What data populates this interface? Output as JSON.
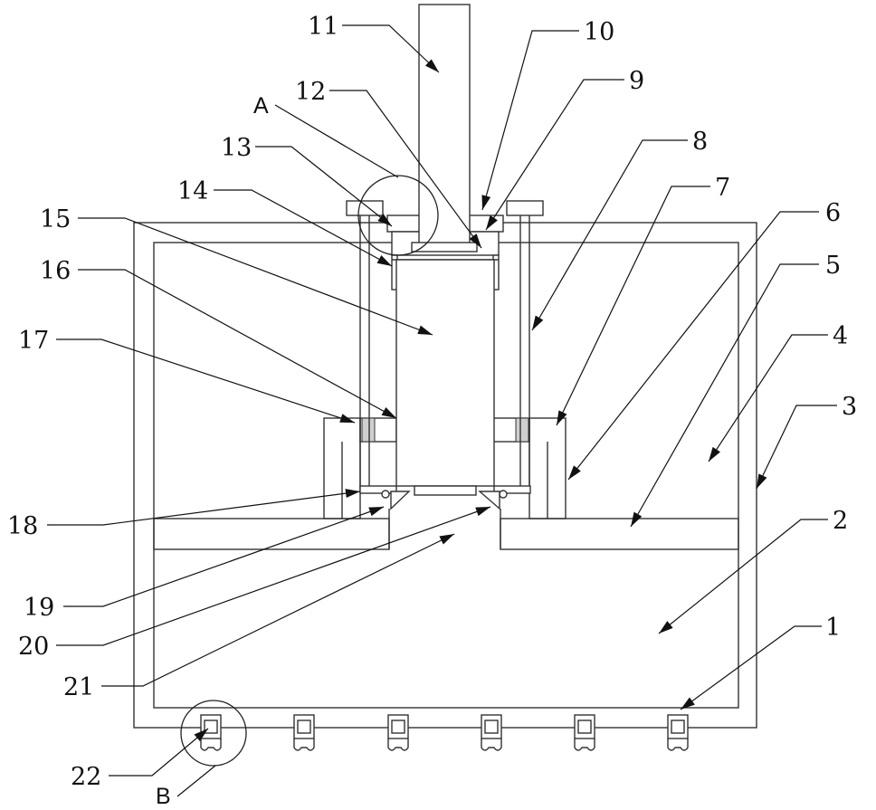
{
  "callouts": [
    {
      "id": "1",
      "label": "1"
    },
    {
      "id": "2",
      "label": "2"
    },
    {
      "id": "3",
      "label": "3"
    },
    {
      "id": "4",
      "label": "4"
    },
    {
      "id": "5",
      "label": "5"
    },
    {
      "id": "6",
      "label": "6"
    },
    {
      "id": "7",
      "label": "7"
    },
    {
      "id": "8",
      "label": "8"
    },
    {
      "id": "9",
      "label": "9"
    },
    {
      "id": "10",
      "label": "10"
    },
    {
      "id": "11",
      "label": "11"
    },
    {
      "id": "12",
      "label": "12"
    },
    {
      "id": "13",
      "label": "13"
    },
    {
      "id": "14",
      "label": "14"
    },
    {
      "id": "15",
      "label": "15"
    },
    {
      "id": "16",
      "label": "16"
    },
    {
      "id": "17",
      "label": "17"
    },
    {
      "id": "18",
      "label": "18"
    },
    {
      "id": "19",
      "label": "19"
    },
    {
      "id": "20",
      "label": "20"
    },
    {
      "id": "21",
      "label": "21"
    },
    {
      "id": "22",
      "label": "22"
    }
  ],
  "details": {
    "a": "A",
    "b": "B"
  }
}
